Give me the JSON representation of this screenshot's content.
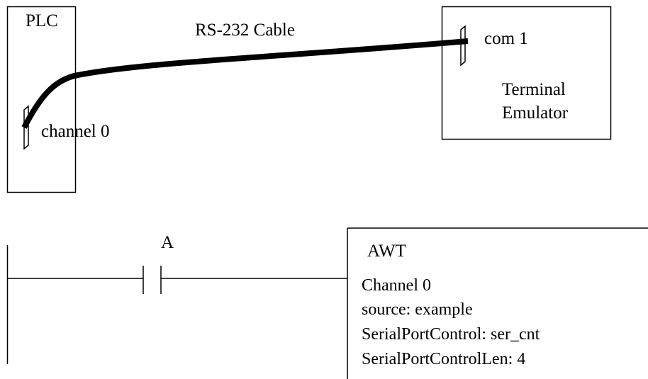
{
  "connection": {
    "plc": {
      "title": "PLC",
      "port_label": "channel 0"
    },
    "cable_label": "RS-232 Cable",
    "terminal": {
      "port_label": "com 1",
      "title_line1": "Terminal",
      "title_line2": "Emulator"
    }
  },
  "ladder": {
    "contact_label": "A",
    "block": {
      "title": "AWT",
      "params": [
        "Channel 0",
        "source: example",
        "SerialPortControl: ser_cnt",
        "SerialPortControlLen: 4"
      ]
    }
  },
  "colors": {
    "line": "#000000",
    "background": "#ffffff"
  }
}
